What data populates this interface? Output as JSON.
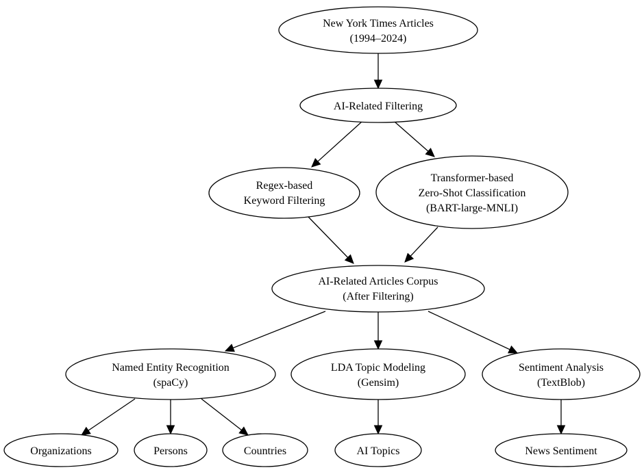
{
  "nodes": {
    "nyt": {
      "lines": [
        "New York Times Articles",
        "(1994–2024)"
      ]
    },
    "filter": {
      "lines": [
        "AI-Related Filtering"
      ]
    },
    "regex": {
      "lines": [
        "Regex-based",
        "Keyword Filtering"
      ]
    },
    "transformer": {
      "lines": [
        "Transformer-based",
        "Zero-Shot Classification",
        "(BART-large-MNLI)"
      ]
    },
    "corpus": {
      "lines": [
        "AI-Related Articles Corpus",
        "(After Filtering)"
      ]
    },
    "ner": {
      "lines": [
        "Named Entity Recognition",
        "(spaCy)"
      ]
    },
    "lda": {
      "lines": [
        "LDA Topic Modeling",
        "(Gensim)"
      ]
    },
    "sentiment": {
      "lines": [
        "Sentiment Analysis",
        "(TextBlob)"
      ]
    },
    "orgs": {
      "lines": [
        "Organizations"
      ]
    },
    "persons": {
      "lines": [
        "Persons"
      ]
    },
    "countries": {
      "lines": [
        "Countries"
      ]
    },
    "topics": {
      "lines": [
        "AI Topics"
      ]
    },
    "news_sentiment": {
      "lines": [
        "News Sentiment"
      ]
    }
  },
  "edges": [
    {
      "from": "nyt",
      "to": "filter"
    },
    {
      "from": "filter",
      "to": "regex"
    },
    {
      "from": "filter",
      "to": "transformer"
    },
    {
      "from": "regex",
      "to": "corpus"
    },
    {
      "from": "transformer",
      "to": "corpus"
    },
    {
      "from": "corpus",
      "to": "ner"
    },
    {
      "from": "corpus",
      "to": "lda"
    },
    {
      "from": "corpus",
      "to": "sentiment"
    },
    {
      "from": "ner",
      "to": "orgs"
    },
    {
      "from": "ner",
      "to": "persons"
    },
    {
      "from": "ner",
      "to": "countries"
    },
    {
      "from": "lda",
      "to": "topics"
    },
    {
      "from": "sentiment",
      "to": "news_sentiment"
    }
  ]
}
